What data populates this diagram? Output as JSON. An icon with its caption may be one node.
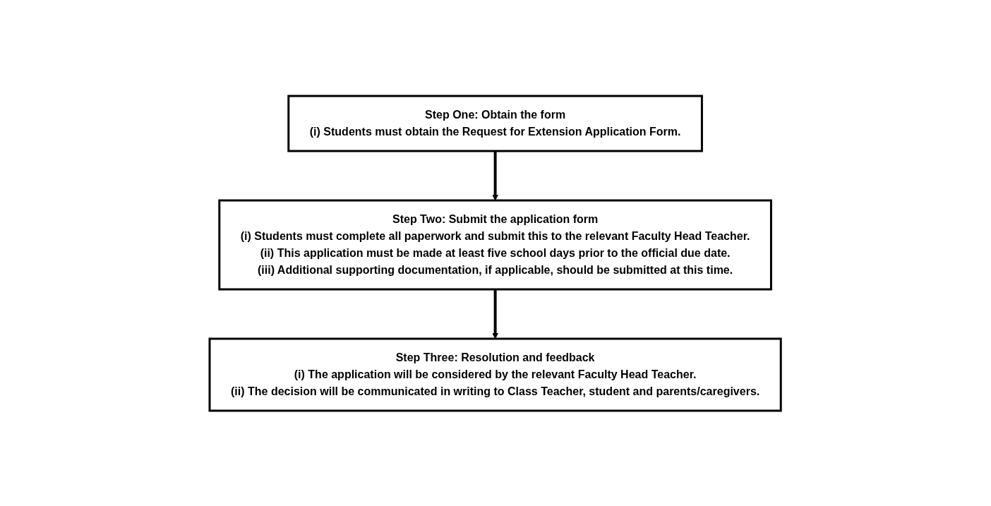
{
  "diagram": {
    "nodes": [
      {
        "text": [
          "Step One: Obtain the form",
          "(i) Students must obtain the Request for Extension Application Form."
        ]
      },
      {
        "text": [
          "Step Two: Submit the application form",
          "(i) Students must complete all paperwork and submit this to the relevant Faculty Head Teacher.",
          "(ii) This application must be made at least five school days prior to the official due date.",
          "(iii) Additional supporting documentation, if applicable, should be submitted at this time."
        ]
      },
      {
        "text": [
          "Step Three: Resolution and feedback",
          "(i) The application will be considered by the relevant Faculty Head Teacher.",
          "(ii) The decision will be communicated in writing to Class Teacher, student and parents/caregivers."
        ]
      }
    ],
    "edges": [
      {
        "from": 0,
        "to": 1,
        "arrow": "to"
      },
      {
        "from": 1,
        "to": 2,
        "arrow": "to"
      }
    ]
  }
}
